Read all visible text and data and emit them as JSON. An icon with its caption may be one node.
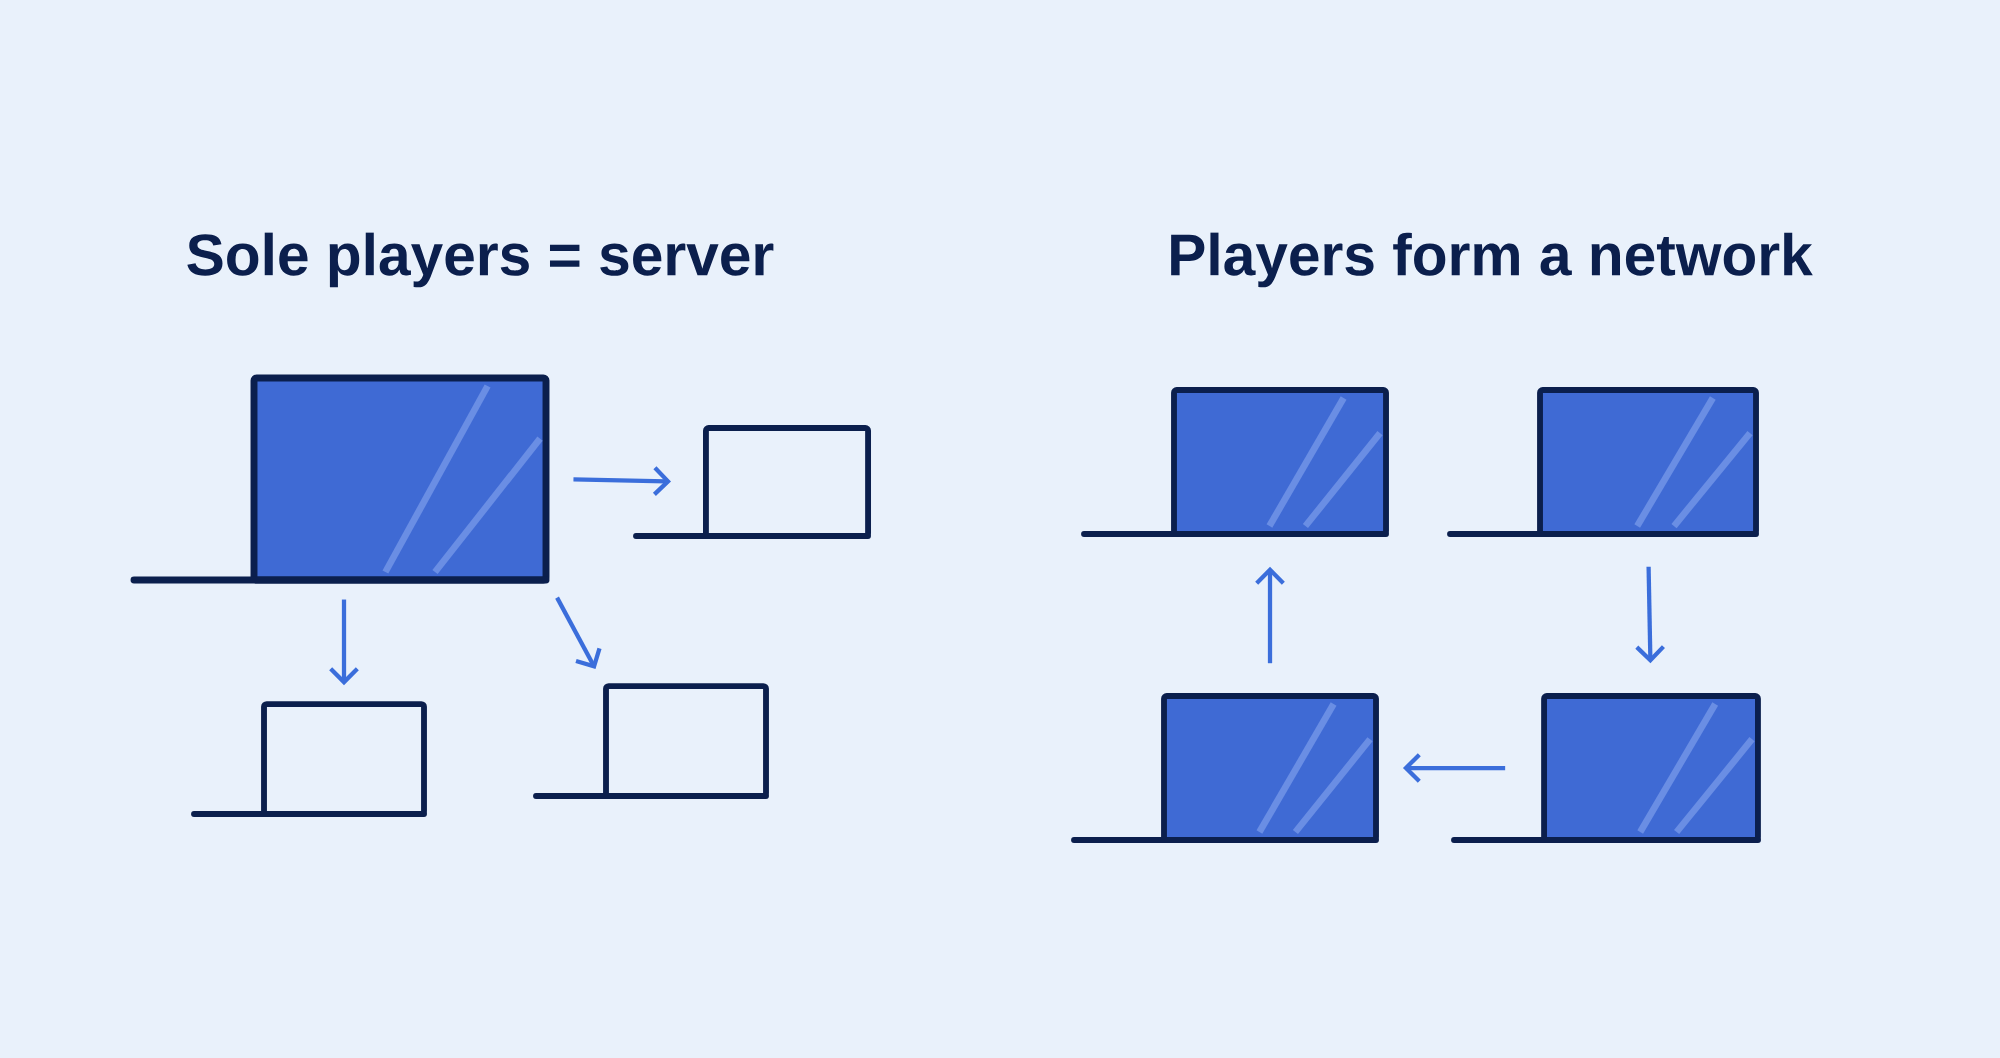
{
  "diagram": {
    "nodes": [
      {
        "text": [],
        "shape": "picture"
      },
      {
        "text": [],
        "shape": "laptop"
      },
      {
        "text": [],
        "shape": "laptop"
      },
      {
        "text": [],
        "shape": "laptop"
      },
      {
        "text": [],
        "shape": "picture"
      },
      {
        "text": [],
        "shape": "picture"
      },
      {
        "text": [],
        "shape": "picture"
      },
      {
        "text": [],
        "shape": "picture"
      }
    ],
    "edges": [
      {
        "from": 0,
        "to": 1,
        "arrow": "to"
      },
      {
        "from": 0,
        "to": 2,
        "arrow": "to"
      },
      {
        "from": 0,
        "to": 3,
        "arrow": "to"
      },
      {
        "from": 6,
        "to": 4,
        "arrow": "to"
      },
      {
        "from": 5,
        "to": 7,
        "arrow": "to"
      },
      {
        "from": 7,
        "to": 6,
        "arrow": "to"
      }
    ],
    "labels": [
      "Sole players = server",
      "Players form a network"
    ]
  }
}
